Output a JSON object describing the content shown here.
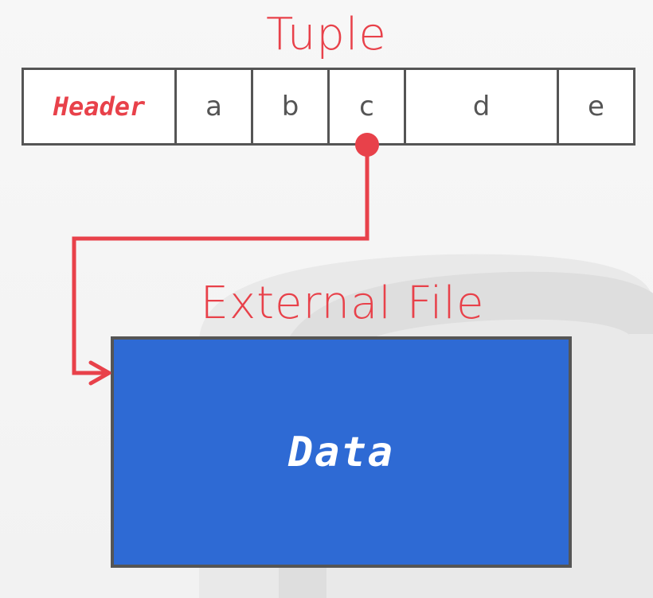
{
  "tuple": {
    "title": "Tuple",
    "cells": [
      {
        "label": "Header"
      },
      {
        "label": "a"
      },
      {
        "label": "b"
      },
      {
        "label": "c"
      },
      {
        "label": "d"
      },
      {
        "label": "e"
      }
    ]
  },
  "external_file": {
    "title": "External File",
    "data_label": "Data"
  },
  "colors": {
    "accent": "#e8414a",
    "data_fill": "#2e6ad4",
    "border": "#555555"
  }
}
